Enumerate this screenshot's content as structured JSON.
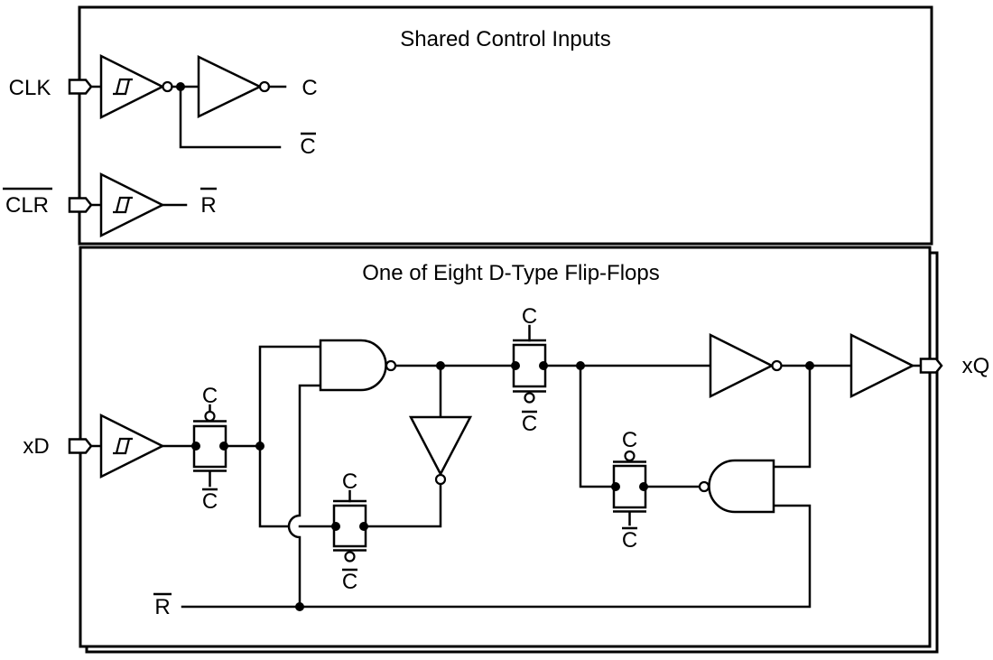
{
  "colors": {
    "line": "#000000",
    "background": "#ffffff"
  },
  "shared_box": {
    "title": "Shared Control Inputs",
    "clk_input_label": "CLK",
    "clr_input_label": "CLR",
    "clr_overbar": true,
    "c_output_label": "C",
    "c_bar_output_label": "C",
    "c_bar_overbar": true,
    "r_bar_output_label": "R",
    "r_bar_overbar": true
  },
  "ff_box": {
    "title": "One of Eight D-Type Flip-Flops",
    "xd_input_label": "xD",
    "xq_output_label": "xQ",
    "reset_label": "R",
    "reset_overbar": true,
    "transmission_gates": [
      {
        "name": "data-input-transmission-gate",
        "top_label": "C",
        "top_bubble": true,
        "bottom_label": "C",
        "bottom_overbar": true,
        "bottom_bubble": false
      },
      {
        "name": "master-feedback-transmission-gate",
        "top_label": "C",
        "top_bubble": false,
        "bottom_label": "C",
        "bottom_overbar": true,
        "bottom_bubble": true
      },
      {
        "name": "slave-input-transmission-gate",
        "top_label": "C",
        "top_bubble": false,
        "bottom_label": "C",
        "bottom_overbar": true,
        "bottom_bubble": true
      },
      {
        "name": "slave-feedback-transmission-gate",
        "top_label": "C",
        "top_bubble": true,
        "bottom_label": "C",
        "bottom_overbar": true,
        "bottom_bubble": false
      }
    ]
  }
}
